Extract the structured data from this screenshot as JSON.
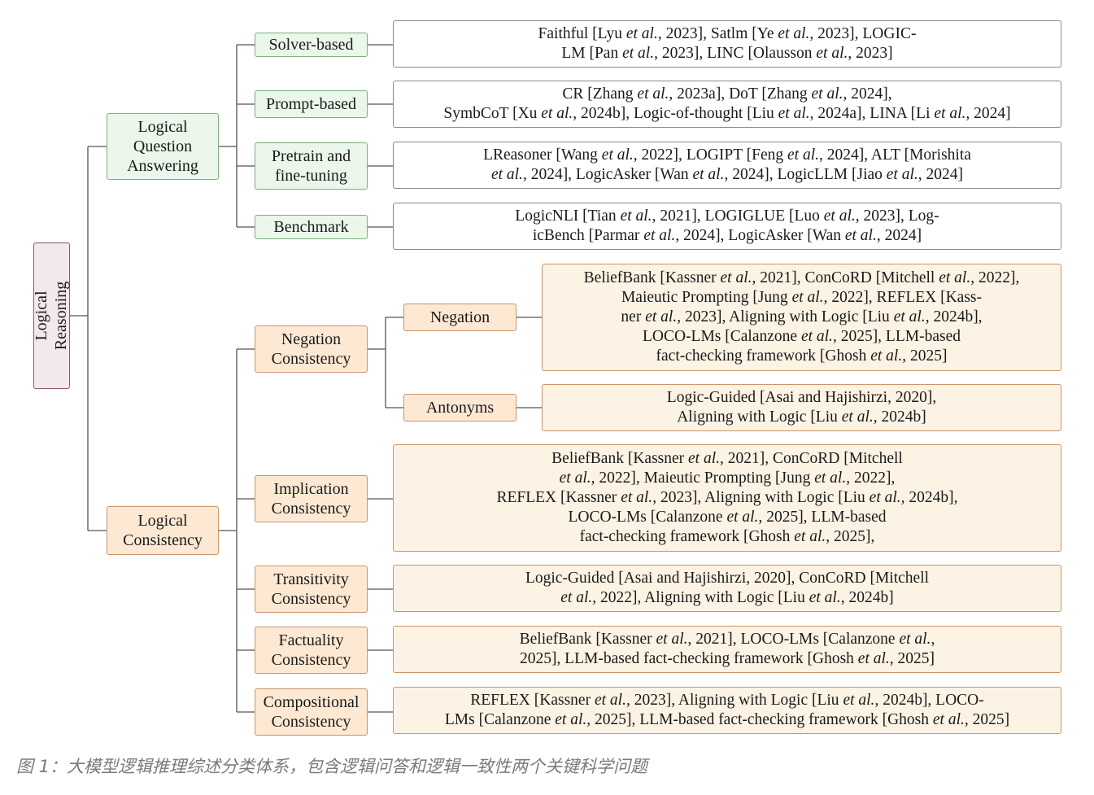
{
  "root": {
    "id": "lr",
    "label": "Logical Reasoning"
  },
  "branches": [
    {
      "id": "lqa",
      "label": "Logical\nQuestion\nAnswering",
      "tone": "qa"
    },
    {
      "id": "lc",
      "label": "Logical\nConsistency",
      "tone": "cons"
    }
  ],
  "categories": [
    {
      "id": "solver",
      "label": "Solver-based",
      "parent": "lqa",
      "tone": "qa"
    },
    {
      "id": "prompt",
      "label": "Prompt-based",
      "parent": "lqa",
      "tone": "qa"
    },
    {
      "id": "pretrain",
      "label": "Pretrain and\nfine-tuning",
      "parent": "lqa",
      "tone": "qa"
    },
    {
      "id": "bench",
      "label": "Benchmark",
      "parent": "lqa",
      "tone": "qa"
    },
    {
      "id": "negc",
      "label": "Negation\nConsistency",
      "parent": "lc",
      "tone": "cons"
    },
    {
      "id": "impc",
      "label": "Implication\nConsistency",
      "parent": "lc",
      "tone": "cons"
    },
    {
      "id": "tranc",
      "label": "Transitivity\nConsistency",
      "parent": "lc",
      "tone": "cons"
    },
    {
      "id": "factc",
      "label": "Factuality\nConsistency",
      "parent": "lc",
      "tone": "cons"
    },
    {
      "id": "compc",
      "label": "Compositional\nConsistency",
      "parent": "lc",
      "tone": "cons"
    }
  ],
  "subcategories": [
    {
      "id": "neg",
      "label": "Negation",
      "parent": "negc"
    },
    {
      "id": "ant",
      "label": "Antonyms",
      "parent": "negc"
    }
  ],
  "leaves": [
    {
      "id": "l-solver",
      "parent": "solver",
      "tone": "qa",
      "text": "Faithful [Lyu <i>et al.</i>, 2023], Satlm [Ye <i>et al.</i>, 2023], LOGIC-\nLM [Pan <i>et al.</i>, 2023], LINC [Olausson <i>et al.</i>, 2023]"
    },
    {
      "id": "l-prompt",
      "parent": "prompt",
      "tone": "qa",
      "text": "CR [Zhang <i>et al.</i>, 2023a], DoT [Zhang <i>et al.</i>, 2024],\nSymbCoT [Xu <i>et al.</i>, 2024b], Logic-of-thought [Liu <i>et al.</i>, 2024a], LINA [Li <i>et al.</i>, 2024]"
    },
    {
      "id": "l-pretrain",
      "parent": "pretrain",
      "tone": "qa",
      "text": "LReasoner [Wang <i>et al.</i>, 2022], LOGIPT [Feng <i>et al.</i>, 2024], ALT [Morishita\n<i>et al.</i>, 2024], LogicAsker [Wan <i>et al.</i>, 2024], LogicLLM [Jiao <i>et al.</i>, 2024]"
    },
    {
      "id": "l-bench",
      "parent": "bench",
      "tone": "qa",
      "text": "LogicNLI [Tian <i>et al.</i>, 2021], LOGIGLUE [Luo <i>et al.</i>, 2023], Log-\nicBench [Parmar <i>et al.</i>, 2024], LogicAsker [Wan <i>et al.</i>, 2024]"
    },
    {
      "id": "l-neg",
      "parent": "neg",
      "tone": "cons",
      "text": "BeliefBank [Kassner <i>et al.</i>, 2021], ConCoRD [Mitchell <i>et al.</i>, 2022],\nMaieutic Prompting [Jung <i>et al.</i>, 2022], REFLEX [Kass-\nner <i>et al.</i>, 2023], Aligning with Logic [Liu <i>et al.</i>, 2024b],\nLOCO-LMs [Calanzone <i>et al.</i>, 2025], LLM-based\nfact-checking framework [Ghosh <i>et al.</i>, 2025]"
    },
    {
      "id": "l-ant",
      "parent": "ant",
      "tone": "cons",
      "text": "Logic-Guided [Asai and Hajishirzi, 2020],\nAligning with Logic [Liu <i>et al.</i>, 2024b]"
    },
    {
      "id": "l-imp",
      "parent": "impc",
      "tone": "cons",
      "text": "BeliefBank [Kassner <i>et al.</i>, 2021], ConCoRD [Mitchell\n<i>et al.</i>, 2022], Maieutic Prompting [Jung <i>et al.</i>, 2022],\nREFLEX [Kassner <i>et al.</i>, 2023], Aligning with Logic [Liu <i>et al.</i>, 2024b],\nLOCO-LMs [Calanzone <i>et al.</i>, 2025], LLM-based\nfact-checking framework [Ghosh <i>et al.</i>, 2025],"
    },
    {
      "id": "l-tran",
      "parent": "tranc",
      "tone": "cons",
      "text": "Logic-Guided [Asai and Hajishirzi, 2020], ConCoRD [Mitchell\n<i>et al.</i>, 2022], Aligning with Logic [Liu <i>et al.</i>, 2024b]"
    },
    {
      "id": "l-fact",
      "parent": "factc",
      "tone": "cons",
      "text": "BeliefBank [Kassner <i>et al.</i>, 2021], LOCO-LMs [Calanzone <i>et al.</i>,\n2025], LLM-based fact-checking framework [Ghosh <i>et al.</i>, 2025]"
    },
    {
      "id": "l-comp",
      "parent": "compc",
      "tone": "cons",
      "text": "REFLEX [Kassner <i>et al.</i>, 2023], Aligning with Logic [Liu <i>et al.</i>, 2024b], LOCO-\nLMs [Calanzone <i>et al.</i>, 2025], LLM-based fact-checking framework [Ghosh <i>et al.</i>, 2025]"
    }
  ],
  "caption": "图 1：大模型逻辑推理综述分类体系，包含逻辑问答和逻辑一致性两个关键科学问题",
  "colors": {
    "root_fill": "#f3e8ee",
    "qa_fill": "#eaf7ea",
    "cons_fill": "#fde9d3",
    "leaf_cons_fill": "#fdf3e4",
    "connector": "#555555"
  }
}
